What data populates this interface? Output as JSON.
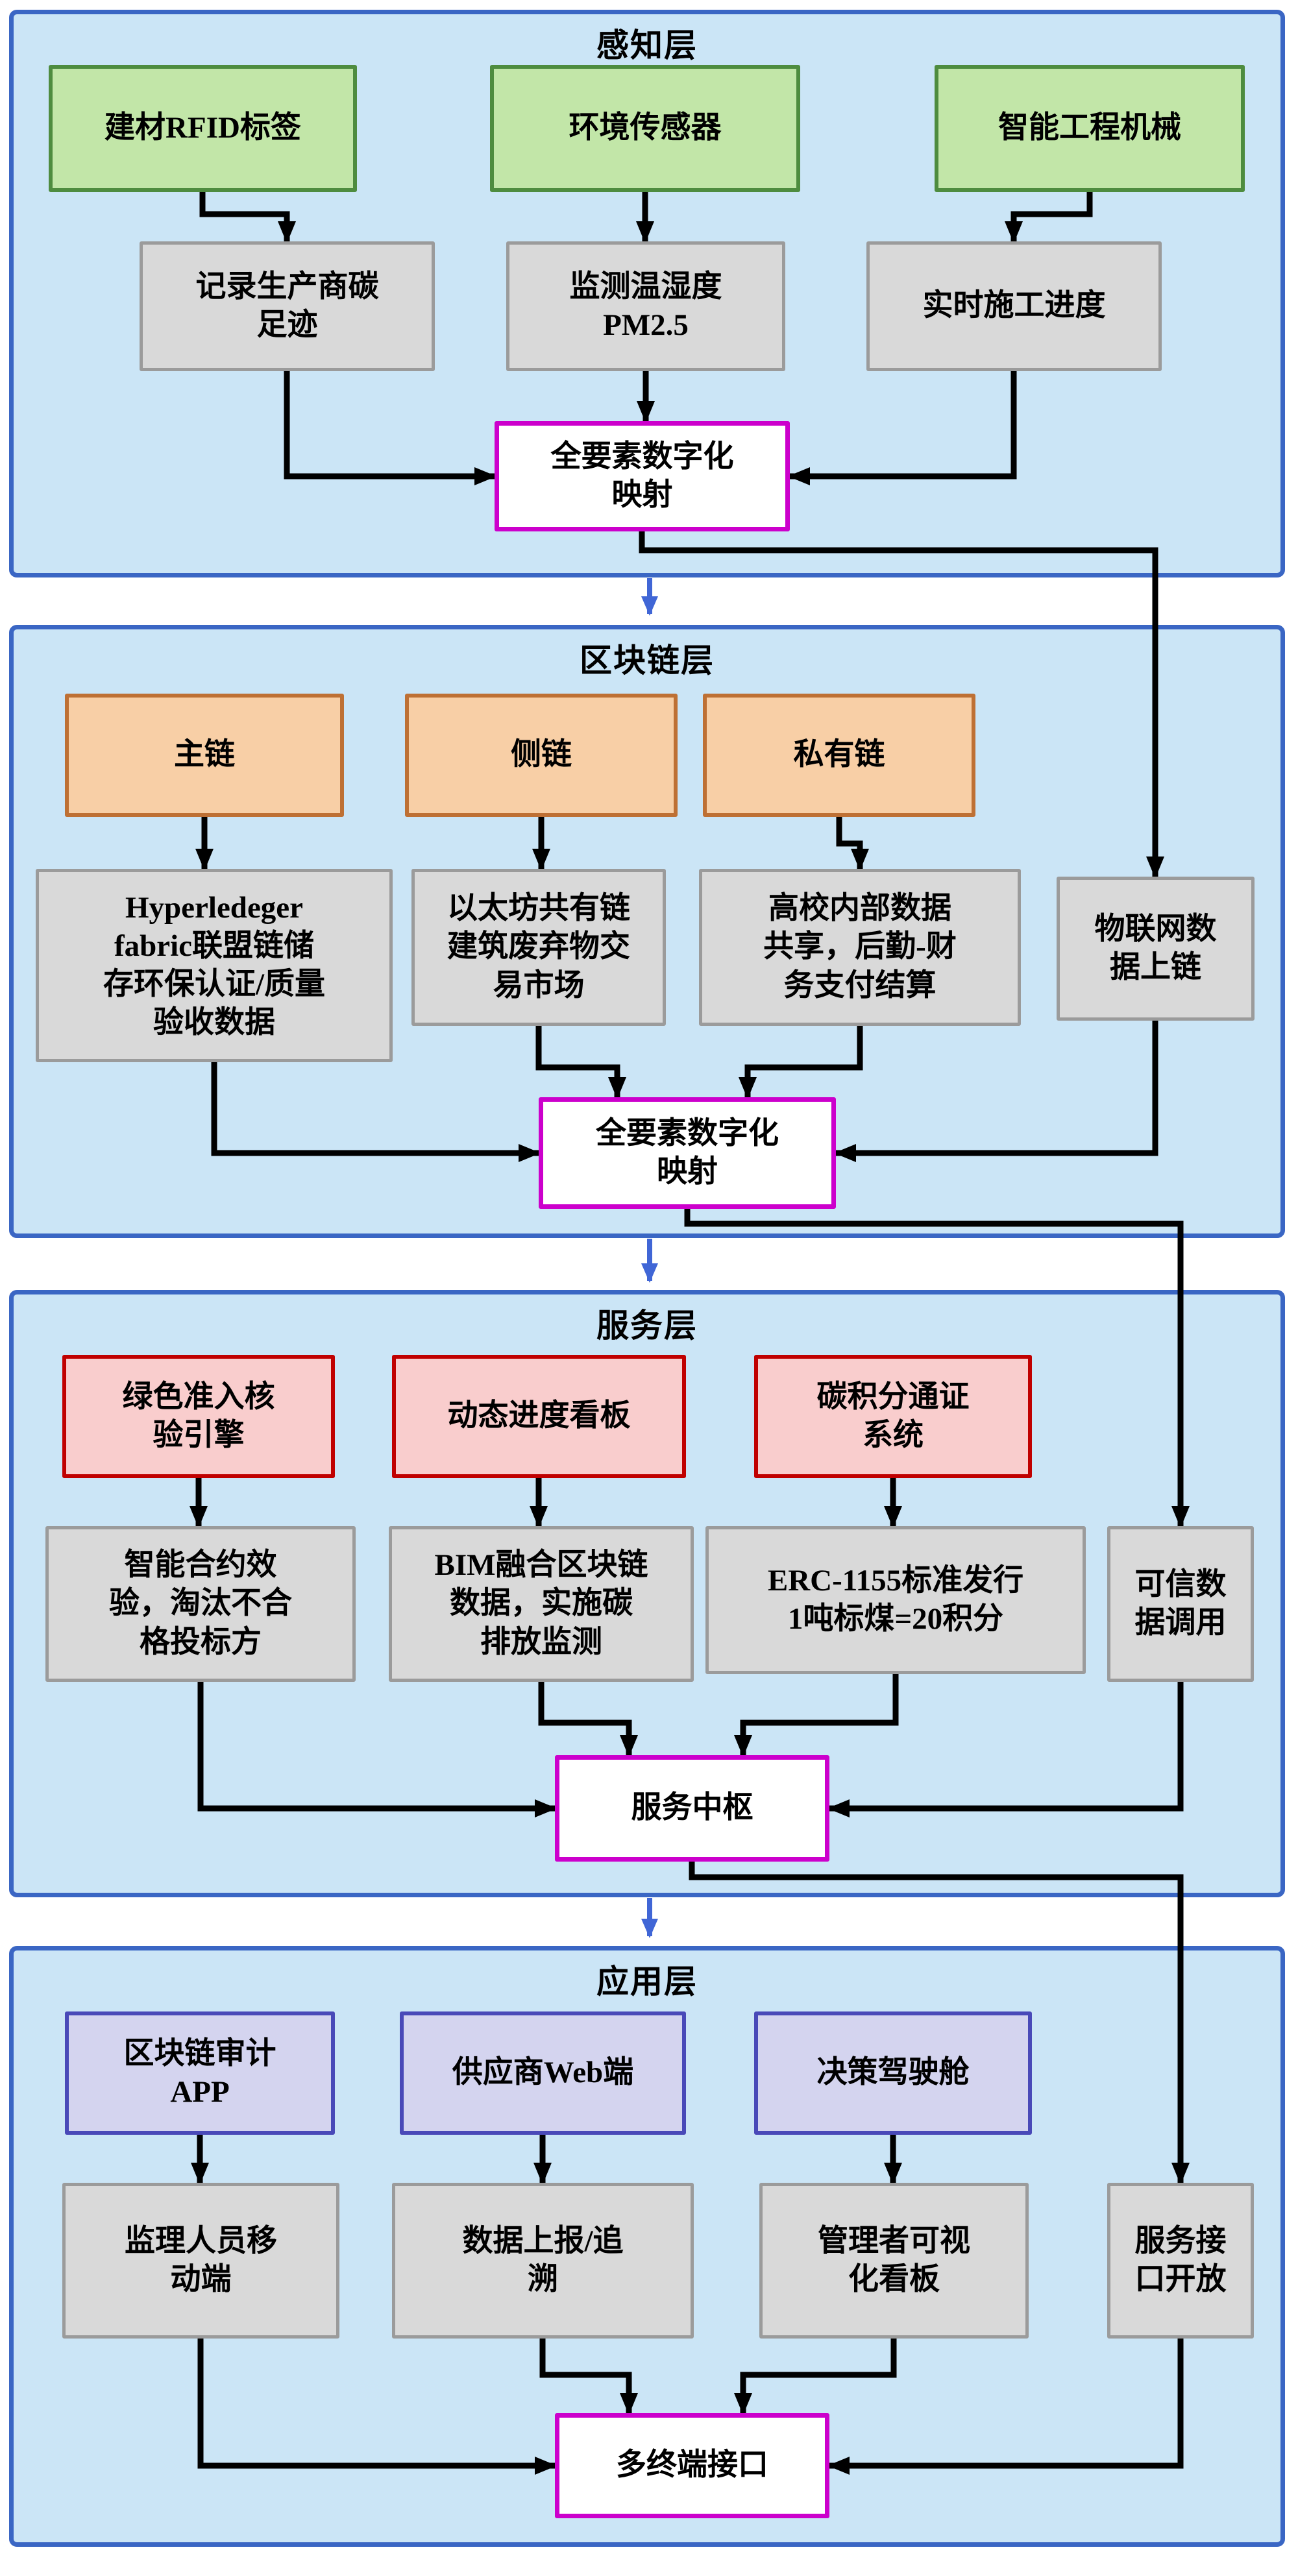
{
  "diagram": {
    "layer1": {
      "title": "感知层",
      "devices": [
        {
          "label": "建材RFID标签"
        },
        {
          "label": "环境传感器"
        },
        {
          "label": "智能工程机械"
        }
      ],
      "functions": [
        {
          "label": "记录生产商碳\n足迹"
        },
        {
          "label": "监测温湿度\nPM2.5"
        },
        {
          "label": "实时施工进度"
        }
      ],
      "hub": "全要素数字化\n映射"
    },
    "layer2": {
      "title": "区块链层",
      "chains": [
        {
          "label": "主链"
        },
        {
          "label": "侧链"
        },
        {
          "label": "私有链"
        }
      ],
      "functions": [
        {
          "label": "Hyperledeger\nfabric联盟链储\n存环保认证/质量\n验收数据"
        },
        {
          "label": "以太坊共有链\n建筑废弃物交\n易市场"
        },
        {
          "label": "高校内部数据\n共享，后勤-财\n务支付结算"
        },
        {
          "label": "物联网数\n据上链"
        }
      ],
      "hub": "全要素数字化\n映射"
    },
    "layer3": {
      "title": "服务层",
      "services": [
        {
          "label": "绿色准入核\n验引擎"
        },
        {
          "label": "动态进度看板"
        },
        {
          "label": "碳积分通证\n系统"
        }
      ],
      "functions": [
        {
          "label": "智能合约效\n验，淘汰不合\n格投标方"
        },
        {
          "label": "BIM融合区块链\n数据，实施碳\n排放监测"
        },
        {
          "label": "ERC-1155标准发行\n1吨标煤=20积分"
        },
        {
          "label": "可信数\n据调用"
        }
      ],
      "hub": "服务中枢"
    },
    "layer4": {
      "title": "应用层",
      "apps": [
        {
          "label": "区块链审计\nAPP"
        },
        {
          "label": "供应商Web端"
        },
        {
          "label": "决策驾驶舱"
        }
      ],
      "functions": [
        {
          "label": "监理人员移\n动端"
        },
        {
          "label": "数据上报/追\n溯"
        },
        {
          "label": "管理者可视\n化看板"
        },
        {
          "label": "服务接\n口开放"
        }
      ],
      "hub": "多终端接口"
    },
    "colors": {
      "layer_fill": "#CBE5F6",
      "layer_border": "#3A66C4",
      "device_fill": "#C2E6A8",
      "device_border": "#4E8C3F",
      "chain_fill": "#F8CFA6",
      "chain_border": "#BE7034",
      "service_fill": "#F9CDCD",
      "service_border": "#C00000",
      "app_fill": "#D4D4EF",
      "app_border": "#4949B8",
      "gray_fill": "#D9D9D9",
      "hub_border": "#CC00CC",
      "arrow": "#000000",
      "inter_layer_arrow": "#4066D6"
    }
  }
}
